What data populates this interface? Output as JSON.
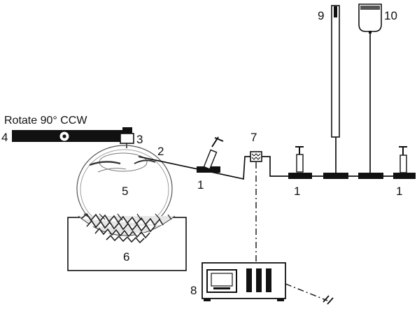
{
  "caption": "Rotate 90° CCW",
  "labels": {
    "valve_left": "1",
    "valve_mid": "1",
    "valve_right": "1",
    "tube": "2",
    "holder_end": "3",
    "arm": "4",
    "eye": "5",
    "base": "6",
    "transducer": "7",
    "monitor": "8",
    "manometer": "9",
    "reservoir": "10"
  }
}
